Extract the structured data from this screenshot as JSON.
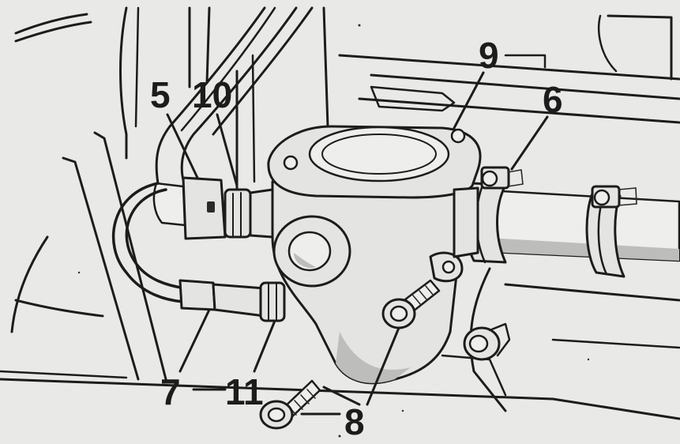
{
  "figure": {
    "background_color": "#e9e9e7",
    "ink_color": "#1c1c1c",
    "callouts": {
      "c5": "5",
      "c10": "10",
      "c9": "9",
      "c6": "6",
      "c7": "7",
      "c11": "11",
      "c8": "8"
    }
  }
}
